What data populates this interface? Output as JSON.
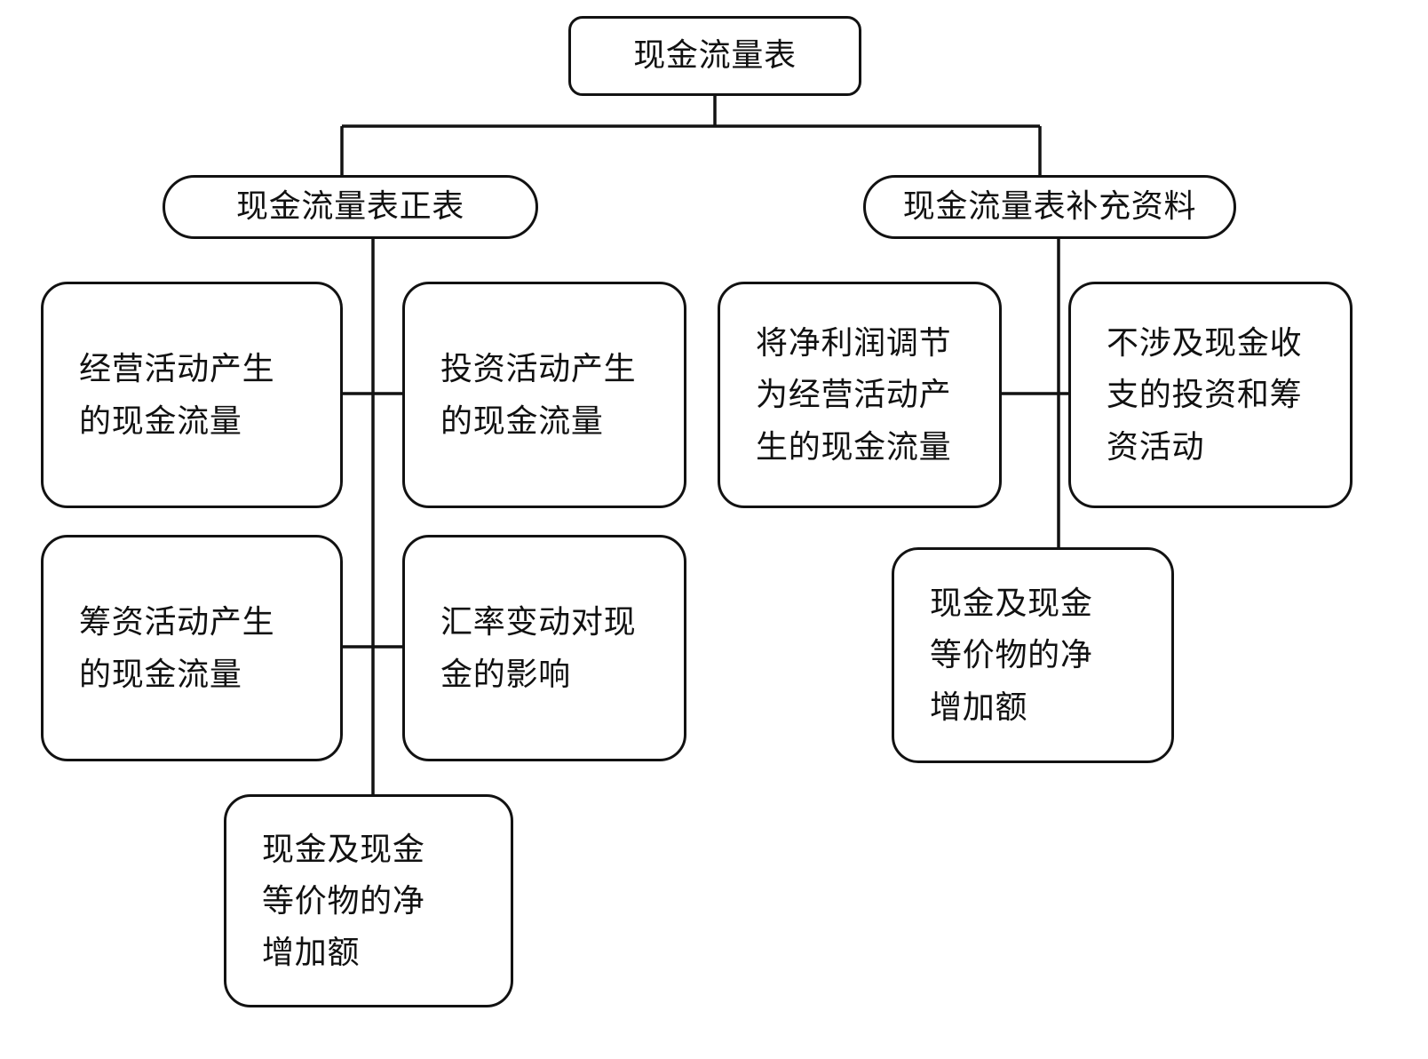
{
  "diagram": {
    "title": "现金流量表",
    "type": "organizational-tree",
    "line_color": "#121212",
    "text_color": "#111111",
    "background": "#ffffff",
    "nodes": {
      "root": {
        "label": "现金流量表"
      },
      "main": {
        "label": "现金流量表正表"
      },
      "supplement": {
        "label": "现金流量表补充资料"
      },
      "operating": {
        "label": "经营活动产生\n的现金流量"
      },
      "investing": {
        "label": "投资活动产生\n的现金流量"
      },
      "financing": {
        "label": "筹资活动产生\n的现金流量"
      },
      "fx_effect": {
        "label": "汇率变动对现\n金的影响"
      },
      "net_increase": {
        "label": "现金及现金\n等价物的净\n增加额"
      },
      "reconcile": {
        "label": "将净利润调节\n为经营活动产\n生的现金流量"
      },
      "noncash": {
        "label": "不涉及现金收\n支的投资和筹\n资活动"
      },
      "net_increase_supp": {
        "label": "现金及现金\n等价物的净\n增加额"
      }
    },
    "edges": [
      {
        "from": "root",
        "to": "main"
      },
      {
        "from": "root",
        "to": "supplement"
      },
      {
        "from": "main",
        "to": "operating"
      },
      {
        "from": "main",
        "to": "investing"
      },
      {
        "from": "main",
        "to": "financing"
      },
      {
        "from": "main",
        "to": "fx_effect"
      },
      {
        "from": "main",
        "to": "net_increase"
      },
      {
        "from": "supplement",
        "to": "reconcile"
      },
      {
        "from": "supplement",
        "to": "noncash"
      },
      {
        "from": "supplement",
        "to": "net_increase_supp"
      }
    ]
  }
}
